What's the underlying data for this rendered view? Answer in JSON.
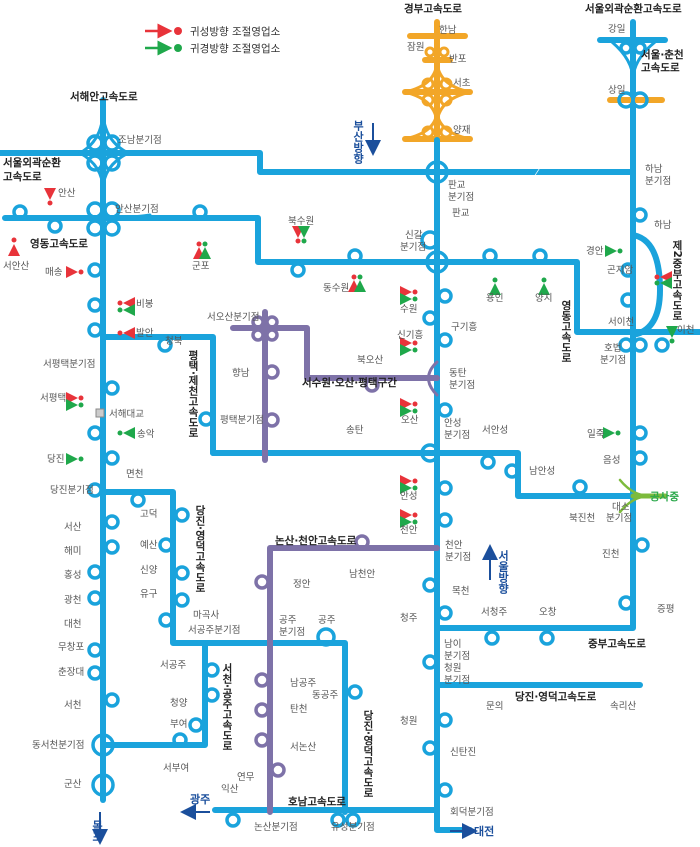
{
  "legend": [
    {
      "label": "귀성방향 조절영업소",
      "color": "#e8333a"
    },
    {
      "label": "귀경방향 조절영업소",
      "color": "#1fa84b"
    }
  ],
  "colors": {
    "main_road": "#1aa3dc",
    "secondary_road": "#7e72a8",
    "seoul_section": "#f2a628",
    "construction": "#7dbb3c",
    "direction_text": "#1b4f9c",
    "outbound_marker": "#e8333a",
    "inbound_marker": "#1fa84b"
  },
  "highways": {
    "gyeongbu": "경부고속도로",
    "seoul_ring_top": "서울외곽순환고속도로",
    "seoul_chuncheon": "서울·춘천\n고속도로",
    "seohaean": "서해안고속도로",
    "seoul_ring_left": "서울외곽순환\n고속도로",
    "yeongdong_left": "영동고속도로",
    "yeongdong_vertical": "영동고속도로",
    "jungbu2": "제2중부고속도로",
    "pyeongtaek_jecheon": "평택·제천고속도로",
    "seosuwon_section": "서수원·오산·평택구간",
    "dangjin_yeongdeok_1": "당진·영덕고속도로",
    "nonsan_cheonan": "논산·천안고속도로",
    "seocheon_gongju": "서천·공주고속도로",
    "dangjin_yeongdeok_2": "당진·영덕고속도로",
    "honam": "호남고속도로",
    "jungbu": "중부고속도로",
    "dangjin_yeongdeok_3": "당진·영덕고속도로"
  },
  "directions": {
    "busan": "부산방향",
    "seoul": "서울방향",
    "mokpo": "목포",
    "gwangju": "광주",
    "daejeon": "대전"
  },
  "construction_label": "공사중",
  "places": {
    "hannam": "한남",
    "jamwon": "잠원",
    "banpo": "반포",
    "seocho": "서초",
    "yangjae": "양재",
    "gangil": "강일",
    "sangil": "상일",
    "hanam_jct": "하남\n분기점",
    "hanam": "하남",
    "jonam_jct": "조남분기점",
    "ansan": "안산",
    "ansan_jct": "안산분기점",
    "seoansan": "서안산",
    "gunpo": "군포",
    "maesong": "매송",
    "bukswon": "북수원",
    "pangyo_jct": "판교\n분기점",
    "pangyo": "판교",
    "singal_jct": "신갈\n분기점",
    "dongsuwon": "동수원",
    "suwon": "수원",
    "yongin": "용인",
    "yangji": "양지",
    "gyeongan": "경안",
    "gonjiam": "곤지암",
    "seoicheon": "서이천",
    "icheon": "이천",
    "hobeop_jct": "호법\n분기점",
    "gugiheung": "구기흥",
    "singiheung": "신기흥",
    "bibong": "비봉",
    "balan": "발안",
    "seopyeongtaek_jct": "서평택분기점",
    "cheongbuk": "청북",
    "seopyeongtaek": "서평택",
    "seohae_bridge": "서해대교",
    "songak": "송악",
    "dangjin": "당진",
    "dangjin_jct": "당진분기점",
    "myeoncheon": "면천",
    "seoosan_jct": "서오산분기점",
    "hyangnam": "향남",
    "bukosan": "북오산",
    "dongtan_jct": "동탄\n분기점",
    "pyeongtaek_jct": "평택분기점",
    "osan": "오산",
    "songtan": "송탄",
    "anseong_jct": "안성\n분기점",
    "seoanseong": "서안성",
    "namanseong": "남안성",
    "iljuk": "일죽",
    "eumseong": "음성",
    "daeso_jct": "대소\n분기점",
    "bukjincheon": "북진천",
    "anseong": "안성",
    "cheonan": "천안",
    "cheonan_jct": "천안\n분기점",
    "namcheonan": "남천안",
    "jeongan": "정안",
    "mokcheon": "목천",
    "jincheon": "진천",
    "jeungpyeong": "증평",
    "seocheongju": "서청주",
    "ochang": "오창",
    "cheongju": "청주",
    "nami_jct": "남이\n분기점",
    "cheongwon_jct": "청원\n분기점",
    "munui": "문의",
    "songnisan": "속리산",
    "godeok": "고덕",
    "yesan": "예산",
    "sinyang": "신양",
    "yugu": "유구",
    "magoksa": "마곡사",
    "seogongju_jct": "서공주분기점",
    "seosan": "서산",
    "haemi": "해미",
    "hongseong": "홍성",
    "gwangcheon": "광천",
    "daecheon": "대천",
    "muchangpo": "무창포",
    "chunjangdae": "춘장대",
    "seocheon": "서천",
    "dongseocheon_jct": "동서천분기점",
    "gunsan": "군산",
    "seogongju": "서공주",
    "cheongyang": "청양",
    "buyeo": "부여",
    "seobuyeo": "서부여",
    "gongju_jct": "공주\n분기점",
    "gongju": "공주",
    "namgongju": "남공주",
    "donggongju": "동공주",
    "tancheon": "탄천",
    "seononsan": "서논산",
    "yeonmu": "연무",
    "iksan": "익산",
    "nonsan_jct": "논산분기점",
    "yuseong_jct": "유성분기점",
    "cheongwon": "청원",
    "sintanjin": "신탄진",
    "hoedeok_jct": "회덕분기점"
  }
}
